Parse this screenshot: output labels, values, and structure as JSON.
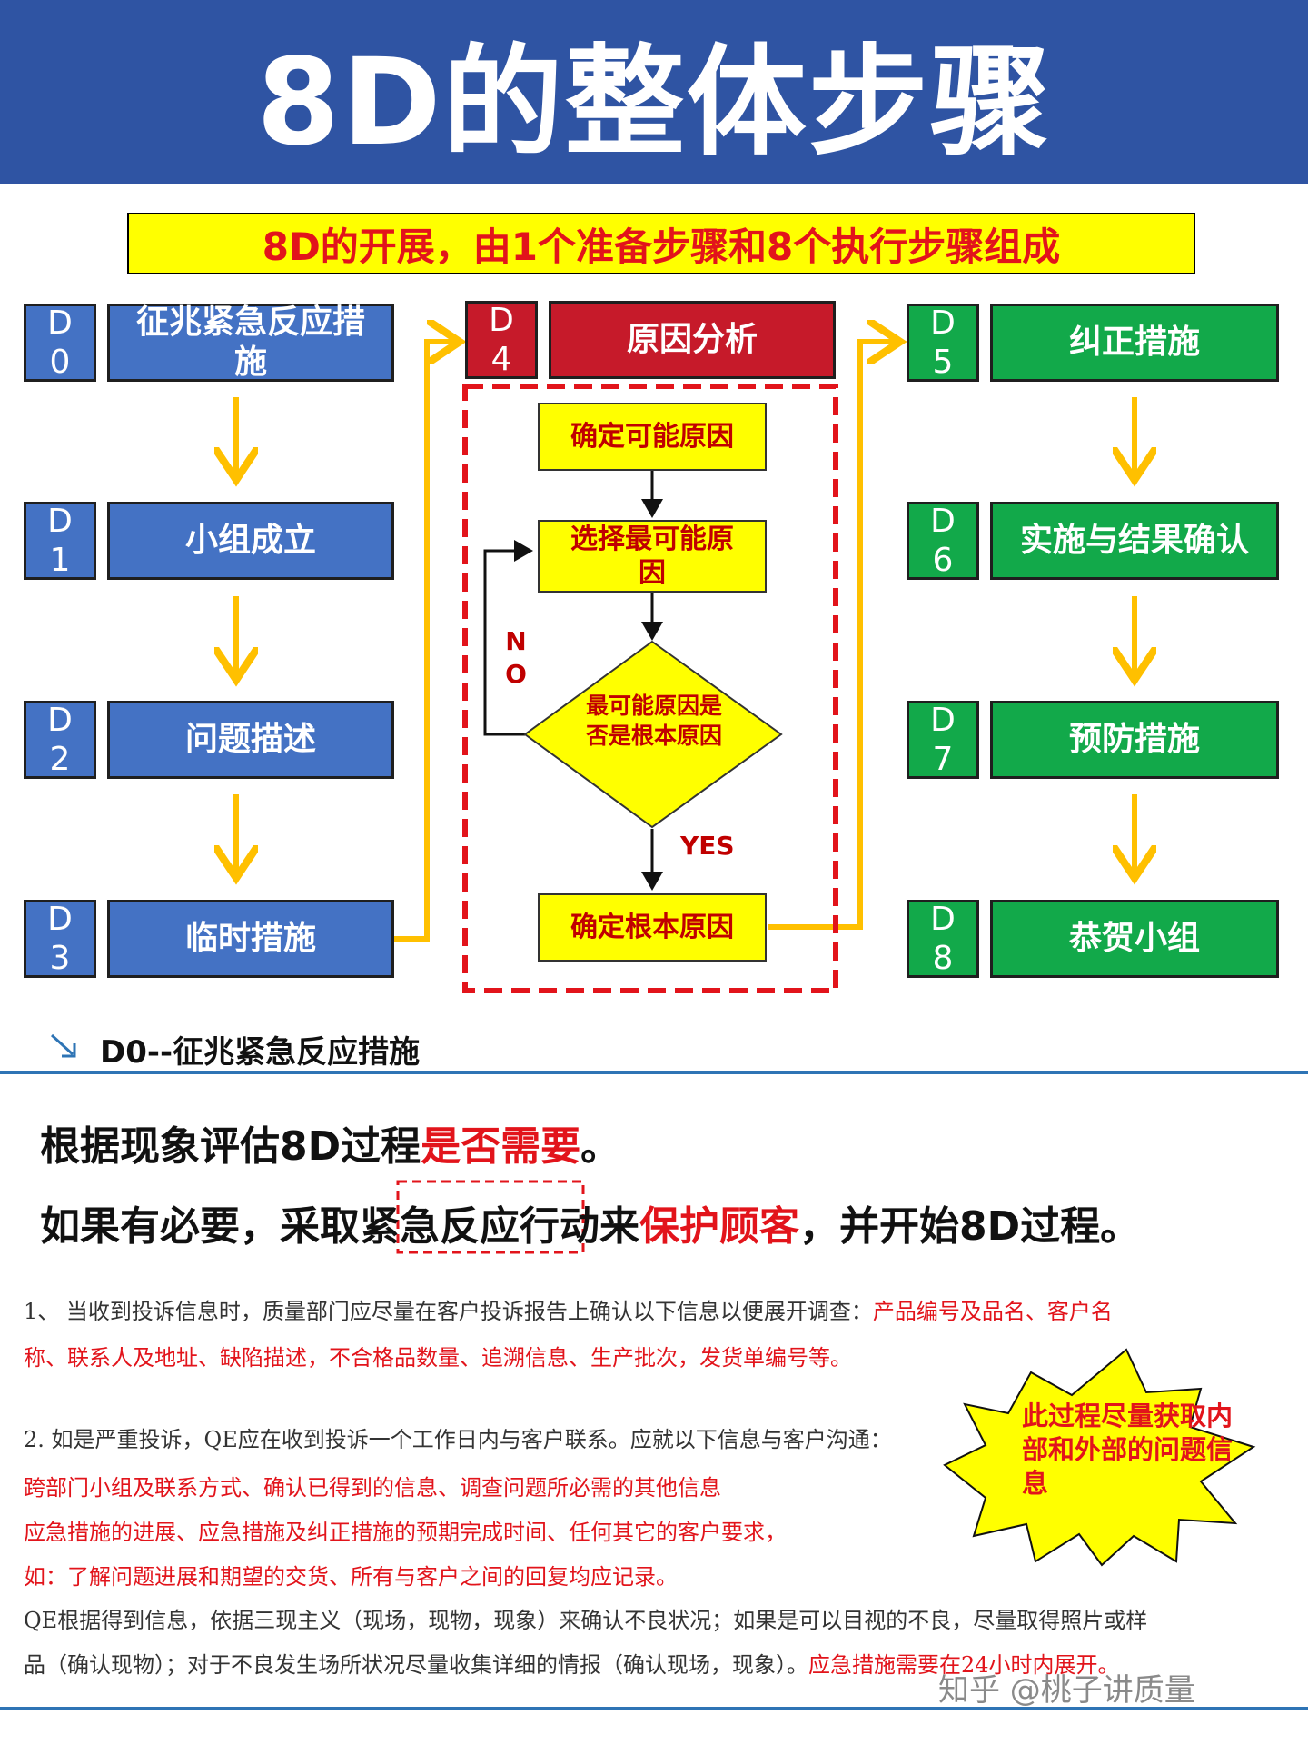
{
  "title": "8D的整体步骤",
  "subtitle": "8D的开展，由1个准备步骤和8个执行步骤组成",
  "colors": {
    "header": "#2f54a3",
    "blue": "#4472c4",
    "red": "#c61a2a",
    "green": "#12a94a",
    "yellow": "#ffff00",
    "arrow": "#ffc000",
    "alert": "#e2141b"
  },
  "steps": [
    {
      "tag": [
        "D",
        "0"
      ],
      "label": "征兆紧急反应措施",
      "color": "blue"
    },
    {
      "tag": [
        "D",
        "1"
      ],
      "label": "小组成立",
      "color": "blue"
    },
    {
      "tag": [
        "D",
        "2"
      ],
      "label": "问题描述",
      "color": "blue"
    },
    {
      "tag": [
        "D",
        "3"
      ],
      "label": "临时措施",
      "color": "blue"
    },
    {
      "tag": [
        "D",
        "4"
      ],
      "label": "原因分析",
      "color": "red"
    },
    {
      "tag": [
        "D",
        "5"
      ],
      "label": "纠正措施",
      "color": "green"
    },
    {
      "tag": [
        "D",
        "6"
      ],
      "label": "实施与结果确认",
      "color": "green"
    },
    {
      "tag": [
        "D",
        "7"
      ],
      "label": "预防措施",
      "color": "green"
    },
    {
      "tag": [
        "D",
        "8"
      ],
      "label": "恭贺小组",
      "color": "green"
    }
  ],
  "flow": {
    "box1": "确定可能原因",
    "box2": "选择最可能原因",
    "decision": "最可能原因是否是根本原因",
    "box3": "确定根本原因",
    "no_label": "NO",
    "yes_label": "YES"
  },
  "d0_section": {
    "heading": "D0--征兆紧急反应措施",
    "line1": {
      "a": "根据现象评估8D过程",
      "b": "是否需要",
      "c": "。"
    },
    "line2": {
      "a": "如果有必要，采取",
      "b": "紧急反应",
      "c": "行动来",
      "d": "保护顾客",
      "e": "，并开始8D过程。"
    },
    "p1": {
      "line1_a": "1、 当收到投诉信息时，质量部门应尽量在客户投诉报告上确认以下信息以便展开调查：",
      "line1_b": "产品编号及品名、客户名",
      "line2": "称、联系人及地址、缺陷描述，不合格品数量、追溯信息、生产批次，发货单编号等。"
    },
    "p2": {
      "line1": "2. 如是严重投诉，QE应在收到投诉一个工作日内与客户联系。应就以下信息与客户沟通：",
      "line2": "跨部门小组及联系方式、确认已得到的信息、调查问题所必需的其他信息",
      "line3": "应急措施的进展、应急措施及纠正措施的预期完成时间、任何其它的客户要求，",
      "line4": "如：了解问题进展和期望的交货、所有与客户之间的回复均应记录。",
      "line5": "QE根据得到信息，依据三现主义（现场，现物，现象）来确认不良状况；如果是可以目视的不良，尽量取得照片或样",
      "line6_a": "品（确认现物）；对于不良发生场所状况尽量收集详细的情报（确认现场，现象）。",
      "line6_b": "应急措施需要在24小时内展开。"
    },
    "starburst": "此过程尽量获取内部和外部的问题信息"
  },
  "watermark": "知乎 @桃子讲质量"
}
